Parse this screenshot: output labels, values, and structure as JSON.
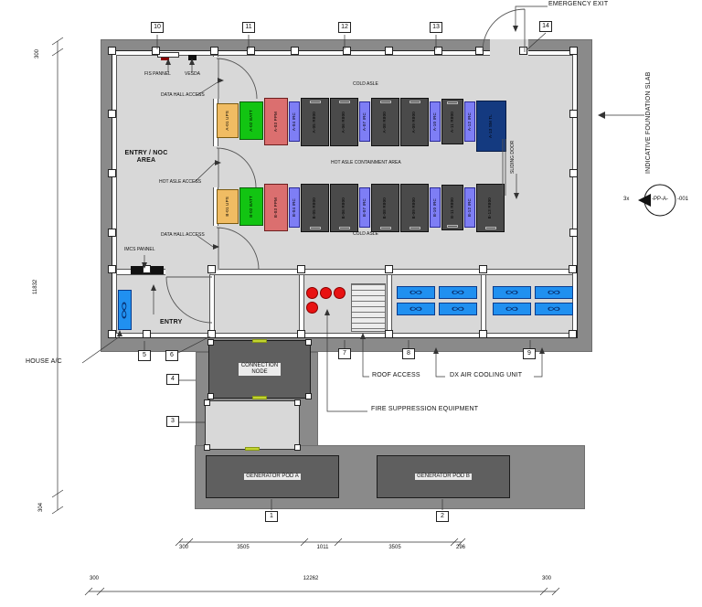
{
  "drawing": {
    "labels": {
      "emergency_exit": "EMERGENCY EXIT",
      "fis_pannel": "FIS PANNEL",
      "vesda": "VESDA",
      "data_hall_access_upper": "DATA HALL ACCESS",
      "entry_noc_line1": "ENTRY / NOC",
      "entry_noc_line2": "AREA",
      "hot_asle_access": "HOT ASLE ACCESS",
      "data_hall_access_lower": "DATA HALL ACCESS",
      "imcs_pannel": "IMCS PANNEL",
      "cold_asle_top": "COLD ASLE",
      "hot_asle_containment": "HOT ASLE CONTAINMENT AREA",
      "cold_asle_bottom": "COLD ASLE",
      "sliding_door": "SLIDING DOOR",
      "entry": "ENTRY",
      "house_ac": "HOUSE A/C",
      "connection_node": "CONNECTION NODE",
      "roof_access": "ROOF ACCESS",
      "dx_air_cooling": "DX AIR COOLING UNIT",
      "fire_suppression": "FIRE SUPPRESSION EQUIPMENT",
      "generator_pod_a": "GENERATOR POD A",
      "generator_pod_b": "GENERATOR POD B",
      "indicative_slab": "INDICATIVE FOUNDATION SLAB"
    },
    "marker": {
      "prefix": "3x",
      "circle_text": "-PP-A-",
      "suffix": "-001"
    },
    "grid_markers": {
      "g1": "1",
      "g2": "2",
      "g3": "3",
      "g4": "4",
      "g5": "5",
      "g6": "6",
      "g7": "7",
      "g8": "8",
      "g9": "9",
      "g10": "10",
      "g11": "11",
      "g12": "12",
      "g13": "13",
      "g14": "14"
    },
    "dimensions": {
      "left_top": "300",
      "left_mid": "11832",
      "left_bottom": "304",
      "inner": [
        "300",
        "3505",
        "1011",
        "3505",
        "296"
      ],
      "outer": [
        "300",
        "12262",
        "300"
      ]
    },
    "racks": {
      "row_a": [
        {
          "id": "A-01 UPS",
          "type": "ups"
        },
        {
          "id": "A-02 BATT",
          "type": "batt"
        },
        {
          "id": "A-03 PPM",
          "type": "ppm"
        },
        {
          "id": "A-04 IRC",
          "type": "irc"
        },
        {
          "id": "A-05 R800",
          "type": "r800"
        },
        {
          "id": "A-06 R800",
          "type": "r800"
        },
        {
          "id": "A-07 IRC",
          "type": "irc"
        },
        {
          "id": "A-08 R800",
          "type": "r800"
        },
        {
          "id": "A-09 R800",
          "type": "r800"
        },
        {
          "id": "A-10 IRC",
          "type": "irc"
        },
        {
          "id": "A-11 R800",
          "type": "r800n"
        },
        {
          "id": "A-12 IRC",
          "type": "irc"
        },
        {
          "id": "A-13 SM TL",
          "type": "smtl"
        }
      ],
      "row_b": [
        {
          "id": "B-01 UPS",
          "type": "ups"
        },
        {
          "id": "B-02 BATT",
          "type": "batt"
        },
        {
          "id": "B-03 PPM",
          "type": "ppm"
        },
        {
          "id": "B-04 IRC",
          "type": "irc"
        },
        {
          "id": "B-05 R800",
          "type": "r800"
        },
        {
          "id": "B-06 R800",
          "type": "r800"
        },
        {
          "id": "B-07 IRC",
          "type": "irc"
        },
        {
          "id": "B-08 R800",
          "type": "r800"
        },
        {
          "id": "B-09 R800",
          "type": "r800"
        },
        {
          "id": "B-10 IRC",
          "type": "irc"
        },
        {
          "id": "B-11 R800",
          "type": "r800n"
        },
        {
          "id": "B-12 IRC",
          "type": "irc"
        },
        {
          "id": "B-13 R800",
          "type": "r800"
        }
      ]
    },
    "icons": {
      "fan_symbol": "∞"
    },
    "colors": {
      "slab": "#8a8a8a",
      "floor": "#d8d8d8",
      "pod": "#5f5f5f",
      "ups": "#f0bc63",
      "batt": "#12c412",
      "ppm": "#db6f6f",
      "irc": "#7e7ef5",
      "rack": "#4a4a4a",
      "smtl": "#143a80",
      "dx_unit": "#2090f0",
      "house_ac": "#2090f0",
      "fire": "#e81212",
      "connector": "#c2d430"
    }
  }
}
